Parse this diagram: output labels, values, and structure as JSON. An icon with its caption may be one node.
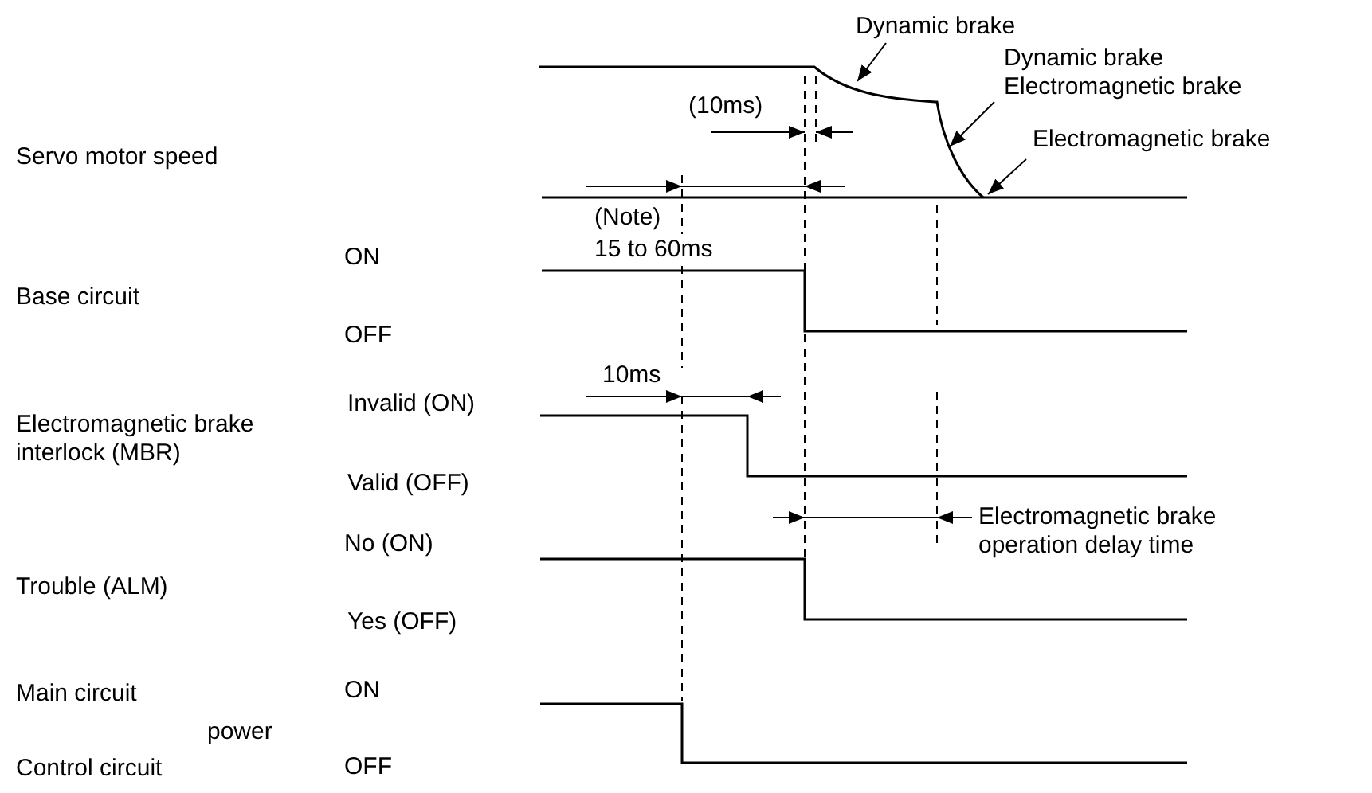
{
  "diagram": {
    "nodes": [
      {
        "text": [
          "Dynamic brake"
        ]
      },
      {
        "text": [
          "Dynamic brake Electromagnetic brake"
        ]
      },
      {
        "text": [
          "Electromagnetic brake"
        ]
      },
      {
        "text": [],
        "shape": "curve"
      }
    ],
    "edges": [
      {
        "from": 0,
        "to": 3,
        "arrow": "to"
      },
      {
        "from": 1,
        "to": 3,
        "arrow": "to"
      },
      {
        "from": 2,
        "to": 3,
        "arrow": "to"
      }
    ],
    "labels": [
      "(10ms)",
      "Servo motor speed",
      "(Note)",
      "15 to 60ms",
      "ON",
      "Base circuit",
      "OFF",
      "10ms",
      "Invalid (ON)",
      "Electromagnetic brake interlock (MBR)",
      "Valid (OFF)",
      "Electromagnetic brake operation delay time",
      "No (ON)",
      "Trouble (ALM)",
      "Yes (OFF)",
      "Main circuit",
      "ON",
      "power",
      "Control circuit",
      "OFF"
    ]
  }
}
